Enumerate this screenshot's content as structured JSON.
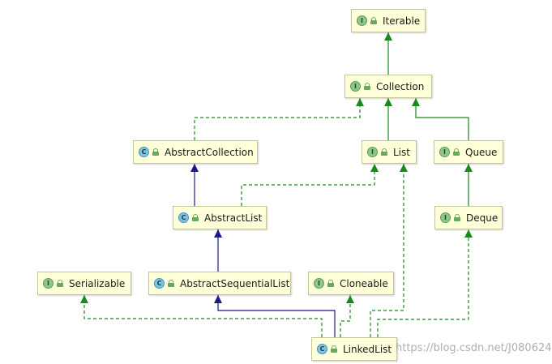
{
  "nodes": [
    {
      "id": "iterable",
      "label": "Iterable",
      "kind": "I"
    },
    {
      "id": "collection",
      "label": "Collection",
      "kind": "I"
    },
    {
      "id": "abstract-collection",
      "label": "AbstractCollection",
      "kind": "C"
    },
    {
      "id": "list",
      "label": "List",
      "kind": "I"
    },
    {
      "id": "queue",
      "label": "Queue",
      "kind": "I"
    },
    {
      "id": "abstract-list",
      "label": "AbstractList",
      "kind": "C"
    },
    {
      "id": "deque",
      "label": "Deque",
      "kind": "I"
    },
    {
      "id": "serializable",
      "label": "Serializable",
      "kind": "I"
    },
    {
      "id": "abstract-sequential-list",
      "label": "AbstractSequentialList",
      "kind": "C"
    },
    {
      "id": "cloneable",
      "label": "Cloneable",
      "kind": "I"
    },
    {
      "id": "linked-list",
      "label": "LinkedList",
      "kind": "C"
    }
  ],
  "edges": [
    {
      "from": "collection",
      "to": "iterable",
      "type": "extends-interface"
    },
    {
      "from": "list",
      "to": "collection",
      "type": "extends-interface"
    },
    {
      "from": "queue",
      "to": "collection",
      "type": "extends-interface"
    },
    {
      "from": "deque",
      "to": "queue",
      "type": "extends-interface"
    },
    {
      "from": "abstract-collection",
      "to": "collection",
      "type": "implements"
    },
    {
      "from": "abstract-list",
      "to": "list",
      "type": "implements"
    },
    {
      "from": "abstract-list",
      "to": "abstract-collection",
      "type": "extends-class"
    },
    {
      "from": "abstract-sequential-list",
      "to": "abstract-list",
      "type": "extends-class"
    },
    {
      "from": "linked-list",
      "to": "abstract-sequential-list",
      "type": "extends-class"
    },
    {
      "from": "linked-list",
      "to": "serializable",
      "type": "implements"
    },
    {
      "from": "linked-list",
      "to": "cloneable",
      "type": "implements"
    },
    {
      "from": "linked-list",
      "to": "list",
      "type": "implements"
    },
    {
      "from": "linked-list",
      "to": "deque",
      "type": "implements"
    }
  ],
  "colors": {
    "interface_edge": "#1a8a1a",
    "class_edge": "#1a1a8a",
    "node_fill": "#ffffd9",
    "node_border": "#c4c49a"
  },
  "watermark": "https://blog.csdn.net/J080624"
}
